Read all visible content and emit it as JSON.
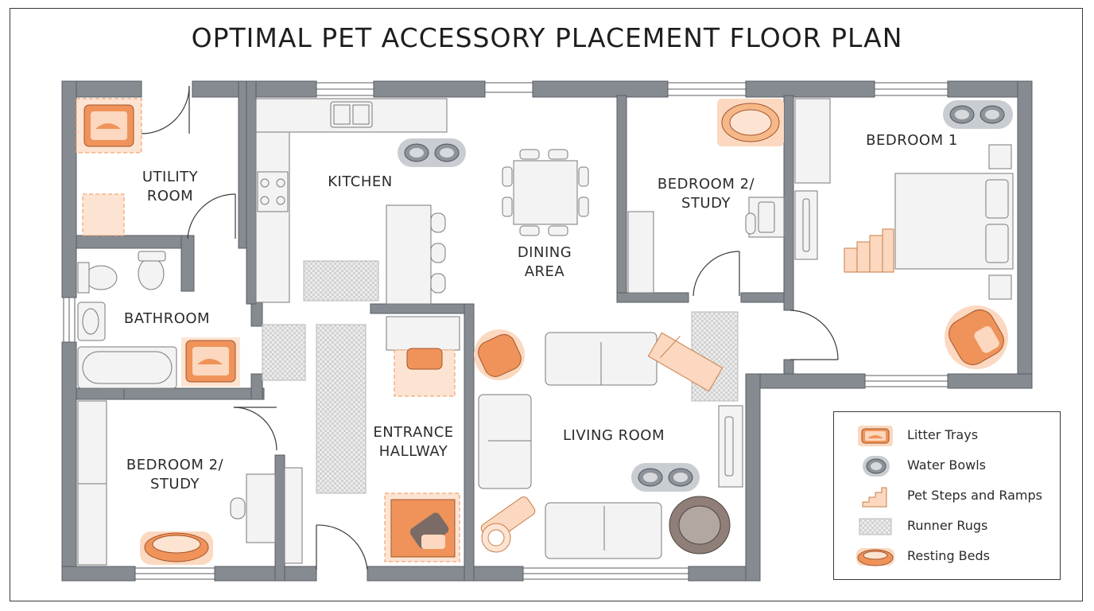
{
  "title": "OPTIMAL PET ACCESSORY PLACEMENT FLOOR PLAN",
  "rooms": {
    "utility": "UTILITY\nROOM",
    "bathroom": "BATHROOM",
    "bedroom2_left": "BEDROOM 2/\nSTUDY",
    "kitchen": "KITCHEN",
    "dining": "DINING\nAREA",
    "entrance": "ENTRANCE\nHALLWAY",
    "living": "LIVING ROOM",
    "bedroom2_right": "BEDROOM 2/\nSTUDY",
    "bedroom1": "BEDROOM 1"
  },
  "legend": [
    {
      "icon": "litter-tray-icon",
      "label": "Litter Trays"
    },
    {
      "icon": "water-bowl-icon",
      "label": "Water Bowls"
    },
    {
      "icon": "pet-steps-icon",
      "label": "Pet Steps and Ramps"
    },
    {
      "icon": "runner-rug-icon",
      "label": "Runner Rugs"
    },
    {
      "icon": "resting-bed-icon",
      "label": "Resting Beds"
    }
  ],
  "colors": {
    "wall": "#868b92",
    "accent_orange": "#f0935a",
    "accent_peach": "#fbd8bf",
    "bowl_gray": "#8d939b",
    "furniture": "#f3f3f3",
    "rug": "#dcdcdc",
    "bed_brown": "#8f7f78"
  }
}
